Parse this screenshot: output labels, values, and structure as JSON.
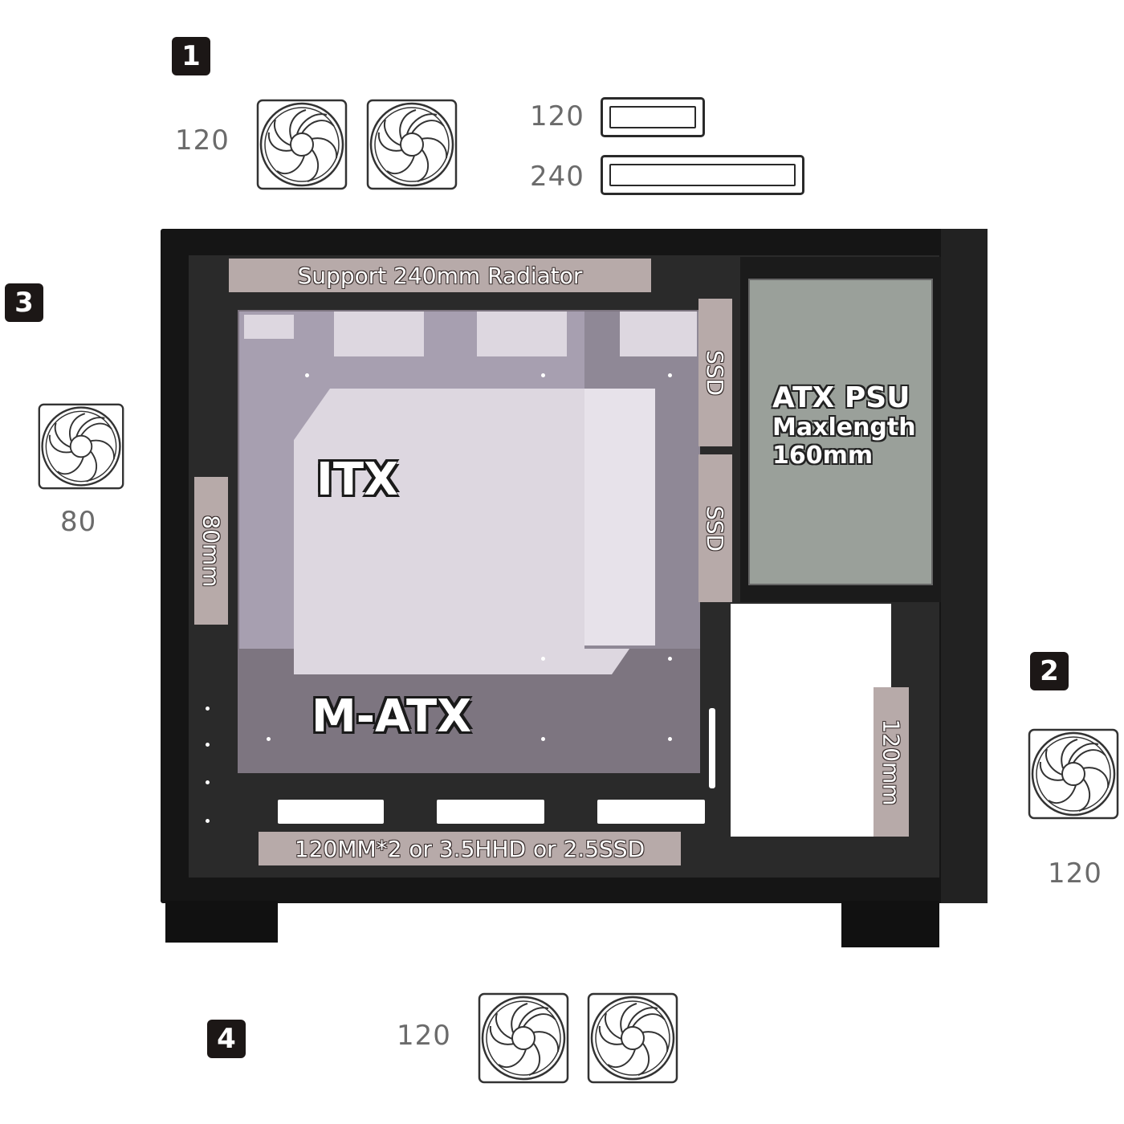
{
  "positions": {
    "top": {
      "badge": "1",
      "fan_label": "120",
      "radiator_sizes": [
        "120",
        "240"
      ]
    },
    "rear": {
      "badge": "2",
      "fan_label": "120"
    },
    "side": {
      "badge": "3",
      "fan_label": "80"
    },
    "bottom": {
      "badge": "4",
      "fan_label": "120"
    }
  },
  "labels": {
    "top_radiator": "Support 240mm Radiator",
    "ssd_1": "SSD",
    "ssd_2": "SSD",
    "psu_line1": "ATX PSU",
    "psu_line2": "Maxlength",
    "psu_line3": "160mm",
    "itx": "ITX",
    "matx": "M-ATX",
    "side_fan": "80mm",
    "rear_fan": "120mm",
    "bottom": "120MM*2 or 3.5HHD or 2.5SSD"
  },
  "colors": {
    "case": "#151515",
    "tag": "#b7aaa9",
    "psu": "#9aa09a",
    "matx": "#7d7580",
    "itx": "#a79fb0",
    "badge": "#1c1716"
  },
  "icons": [
    "fan-icon",
    "radiator-120-icon",
    "radiator-240-icon"
  ]
}
